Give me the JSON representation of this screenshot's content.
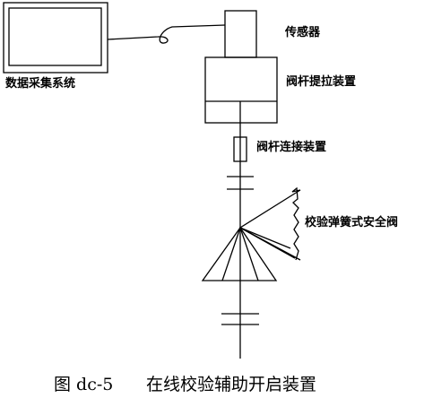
{
  "labels": {
    "data_acquisition_system": "数据采集系统",
    "sensor": "传感器",
    "valve_stem_pull_device": "阀杆提拉装置",
    "valve_stem_connector": "阀杆连接装置",
    "spring_safety_valve": "校验弹簧式安全阀"
  },
  "caption": {
    "prefix": "图 dc-5",
    "suffix": "在线校验辅助开启装置"
  },
  "colors": {
    "stroke": "#000000",
    "background": "#ffffff"
  }
}
